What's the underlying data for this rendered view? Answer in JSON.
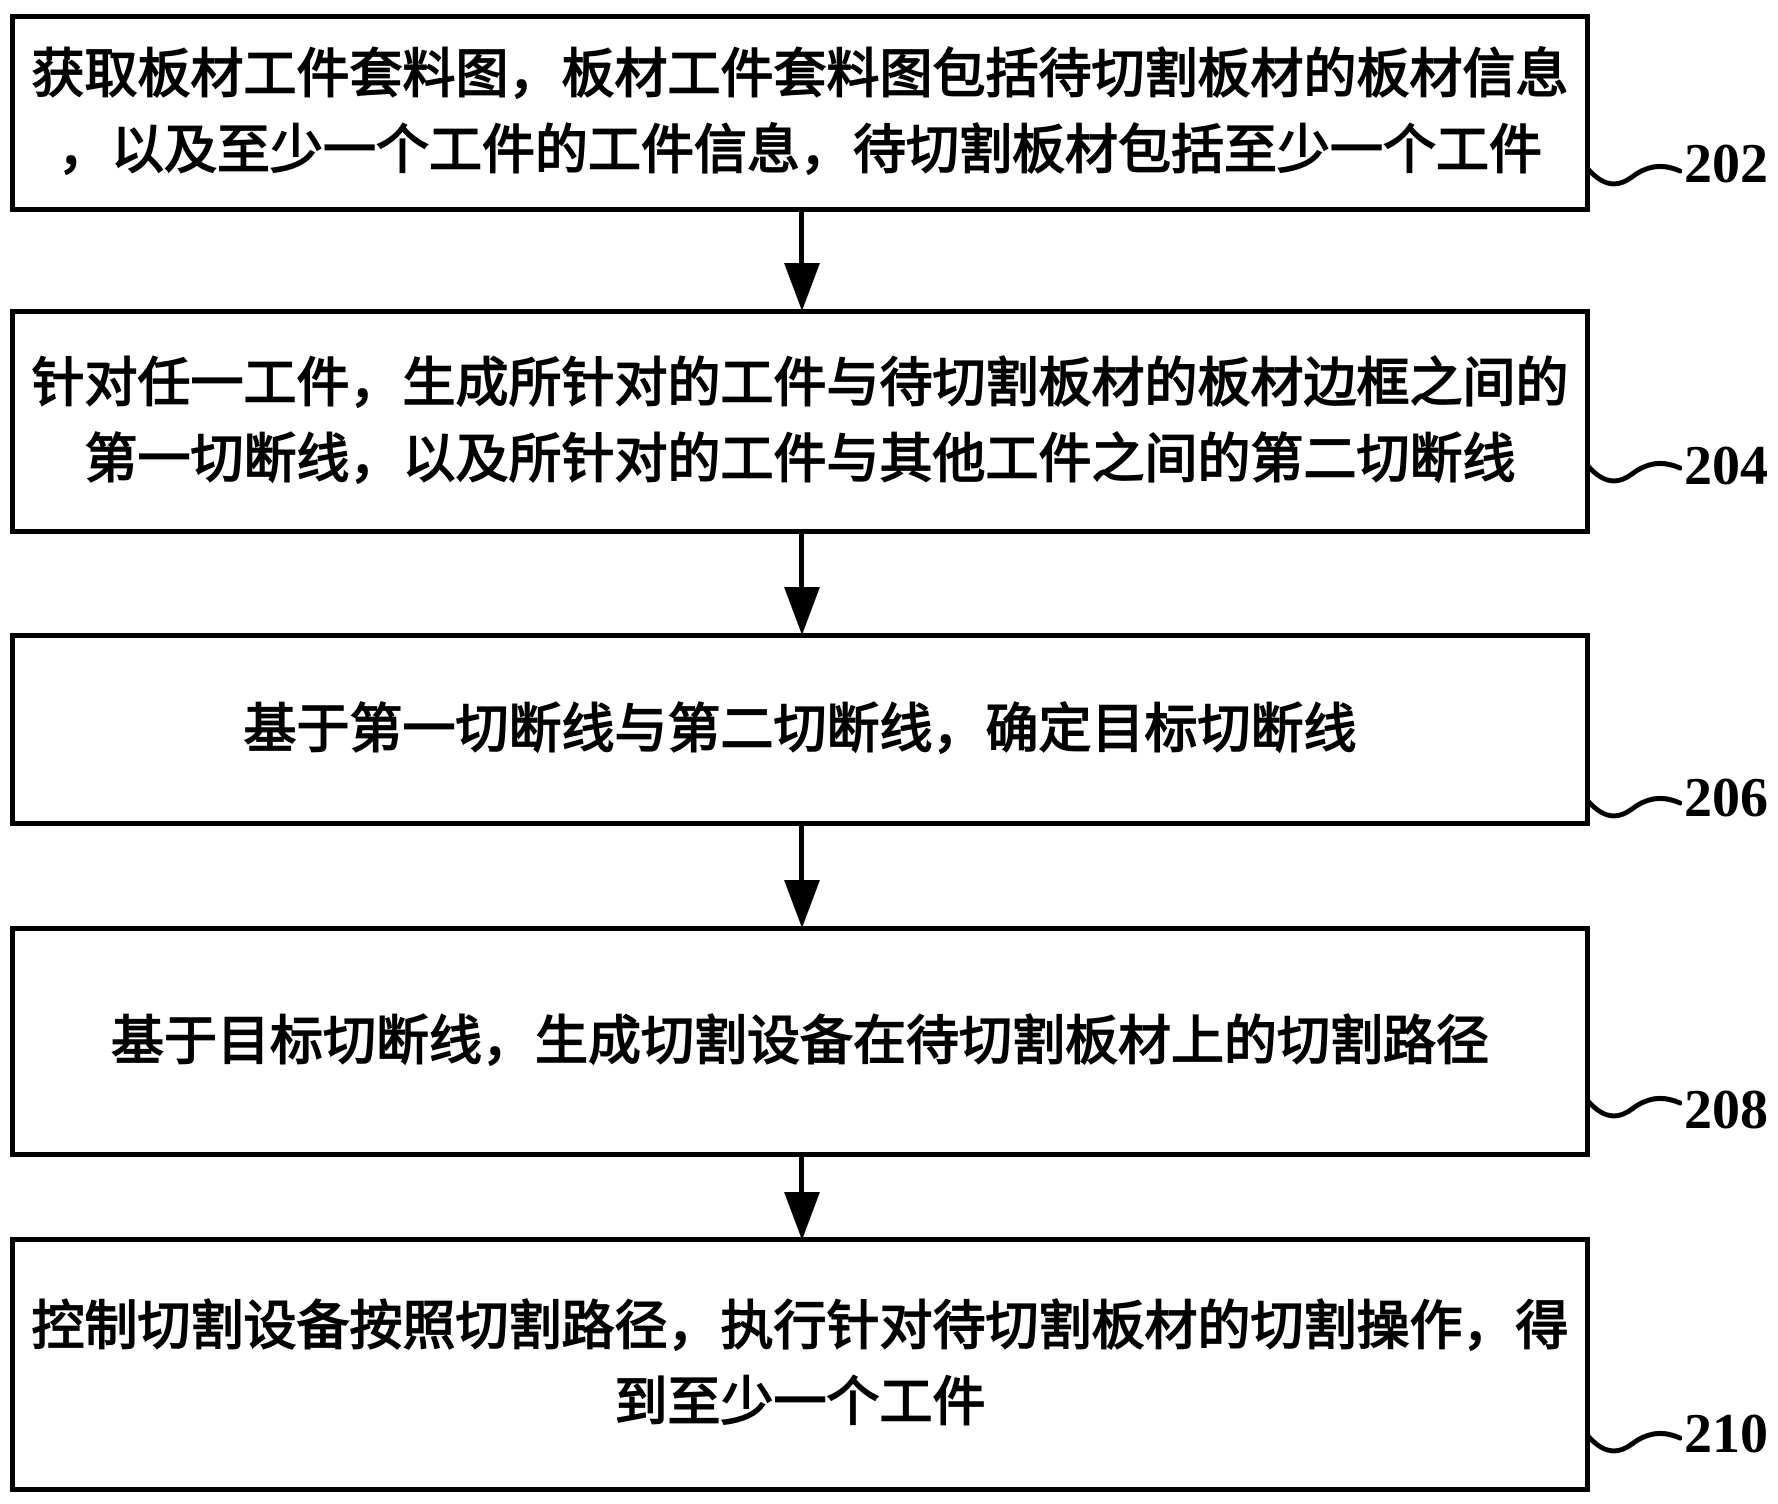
{
  "figure": {
    "type": "flowchart",
    "colors": {
      "background": "#ffffff",
      "line": "#000000",
      "text": "#000000"
    }
  },
  "flowchart": {
    "steps": [
      {
        "id": "202",
        "lines": [
          "获取板材工件套料图，板材工件套料图包括待切割板材的板材信息",
          "，以及至少一个工件的工件信息，待切割板材包括至少一个工件"
        ]
      },
      {
        "id": "204",
        "lines": [
          "针对任一工件，生成所针对的工件与待切割板材的板材边框之间的",
          "第一切断线，以及所针对的工件与其他工件之间的第二切断线"
        ]
      },
      {
        "id": "206",
        "lines": [
          "基于第一切断线与第二切断线，确定目标切断线"
        ]
      },
      {
        "id": "208",
        "lines": [
          "基于目标切断线，生成切割设备在待切割板材上的切割路径"
        ]
      },
      {
        "id": "210",
        "lines": [
          "控制切割设备按照切割路径，执行针对待切割板材的切割操作，得",
          "到至少一个工件"
        ]
      }
    ]
  }
}
